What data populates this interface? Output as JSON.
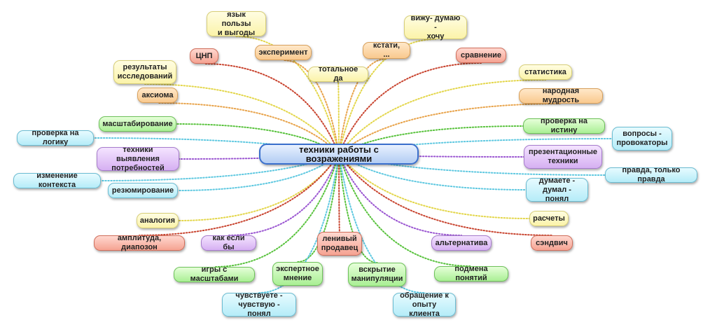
{
  "center": "техники работы с возражениями",
  "colors": {
    "yellow": "#fbf3a9",
    "orange": "#f9c98e",
    "red": "#f5a392",
    "green": "#a9ef94",
    "blue": "#b5ecf8",
    "purple": "#d6b0f2",
    "center_border": "#3a6fcc"
  },
  "nodes": [
    {
      "id": "n1",
      "label": "язык пользы\nи выгоды",
      "color": "yellow"
    },
    {
      "id": "n2",
      "label": "эксперимент",
      "color": "orange"
    },
    {
      "id": "n3",
      "label": "ЦНП",
      "color": "red"
    },
    {
      "id": "n4",
      "label": "тотальное да",
      "color": "yellow"
    },
    {
      "id": "n5",
      "label": "кстати, ...",
      "color": "orange"
    },
    {
      "id": "n6",
      "label": "вижу- думаю -\nхочу",
      "color": "yellow"
    },
    {
      "id": "n7",
      "label": "сравнение",
      "color": "red"
    },
    {
      "id": "n8",
      "label": "статистика",
      "color": "yellow"
    },
    {
      "id": "n9",
      "label": "результаты\nисследований",
      "color": "yellow"
    },
    {
      "id": "n10",
      "label": "аксиома",
      "color": "orange"
    },
    {
      "id": "n11",
      "label": "народная мудрость",
      "color": "orange"
    },
    {
      "id": "n12",
      "label": "масштабирование",
      "color": "green"
    },
    {
      "id": "n13",
      "label": "проверка на истину",
      "color": "green"
    },
    {
      "id": "n14",
      "label": "проверка на логику",
      "color": "blue"
    },
    {
      "id": "n15",
      "label": "вопросы -\nпровокаторы",
      "color": "blue"
    },
    {
      "id": "n16",
      "label": "техники выявления\nпотребностей",
      "color": "purple"
    },
    {
      "id": "n17",
      "label": "презентационные\nтехники",
      "color": "purple"
    },
    {
      "id": "n18",
      "label": "правда, только правда",
      "color": "blue"
    },
    {
      "id": "n19",
      "label": "изменение контекста",
      "color": "blue"
    },
    {
      "id": "n20",
      "label": "думаете -\nдумал - понял",
      "color": "blue"
    },
    {
      "id": "n21",
      "label": "резюмирование",
      "color": "blue"
    },
    {
      "id": "n22",
      "label": "расчеты",
      "color": "yellow"
    },
    {
      "id": "n23",
      "label": "аналогия",
      "color": "yellow"
    },
    {
      "id": "n24",
      "label": "ленивый\nпродавец",
      "color": "red"
    },
    {
      "id": "n25",
      "label": "альтернатива",
      "color": "purple"
    },
    {
      "id": "n26",
      "label": "сэндвич",
      "color": "red"
    },
    {
      "id": "n27",
      "label": "амплитуда, диапозон",
      "color": "red"
    },
    {
      "id": "n28",
      "label": "как если бы",
      "color": "purple"
    },
    {
      "id": "n29",
      "label": "экспертное\nмнение",
      "color": "green"
    },
    {
      "id": "n30",
      "label": "вскрытие\nманипуляции",
      "color": "green"
    },
    {
      "id": "n31",
      "label": "игры с масштабами",
      "color": "green"
    },
    {
      "id": "n32",
      "label": "подмена понятий",
      "color": "green"
    },
    {
      "id": "n33",
      "label": "чувствуете -\nчувствую - понял",
      "color": "blue"
    },
    {
      "id": "n34",
      "label": "обращение к\nопыту клиента",
      "color": "blue"
    }
  ]
}
